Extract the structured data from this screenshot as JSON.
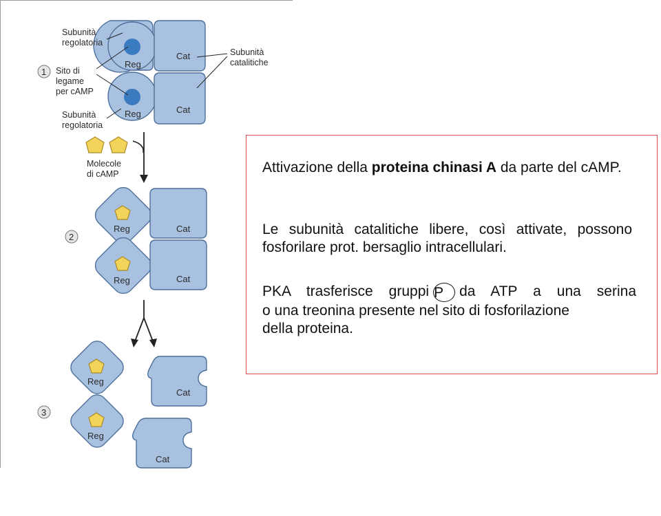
{
  "diagram": {
    "labels": {
      "reg_subunit_top": [
        "Subunità",
        "regolatoria"
      ],
      "camp_site": [
        "Sito di",
        "legame",
        "per cAMP"
      ],
      "reg_subunit_bottom": [
        "Subunità",
        "regolatoria"
      ],
      "cat_subunits": [
        "Subunità",
        "catalitiche"
      ],
      "camp_molecules": [
        "Molecole",
        "di cAMP"
      ]
    },
    "reg": "Reg",
    "cat": "Cat",
    "steps": [
      "1",
      "2",
      "3"
    ],
    "colors": {
      "subunit_fill": "#a9c1e0",
      "subunit_stroke": "#4d6f9a",
      "camp_site_fill": "#3a7bbf",
      "camp_fill": "#f3d45a",
      "camp_stroke": "#a98a23"
    }
  },
  "textbox": {
    "p1_a": "Attivazione della ",
    "p1_bold": "proteina chinasi A",
    "p1_b": " da parte del cAMP.",
    "p2": "Le subunità catalitiche libere, così attivate, possono fosforilare prot. bersaglio intracellulari.",
    "p3_a": "PKA trasferisce gruppi",
    "p3_circle": "P",
    "p3_b": "da ATP a una serina",
    "p3_line2": "o una treonina presente nel sito di fosforilazione",
    "p3_line3": "della proteina."
  }
}
